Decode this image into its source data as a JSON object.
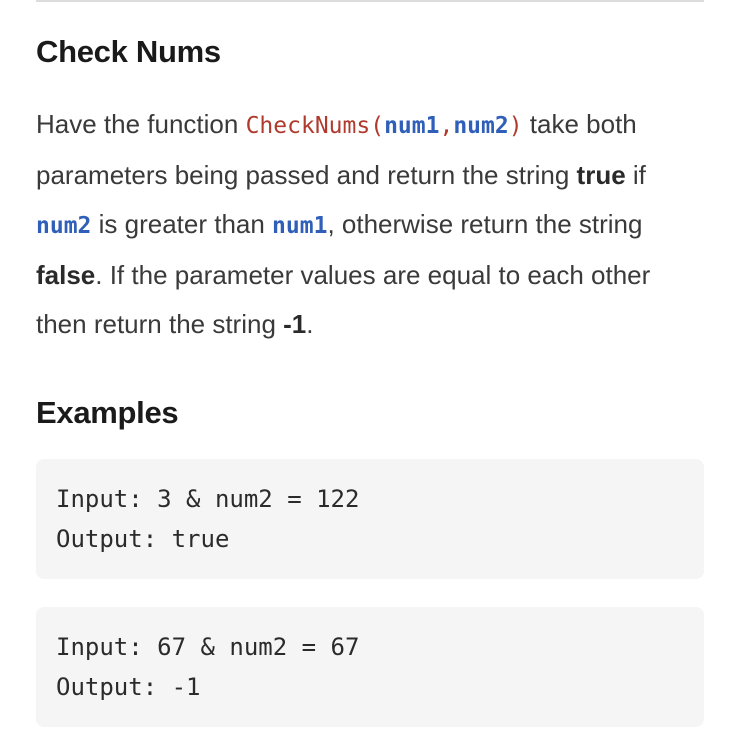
{
  "title": "Check Nums",
  "description": {
    "intro": "Have the function ",
    "function_name": "CheckNums",
    "paren_open": "(",
    "param1": "num1",
    "comma": ",",
    "param2": "num2",
    "paren_close": ")",
    "after_sig": " take both parameters being passed and return the string ",
    "true_word": "true",
    "if_text": " if ",
    "inline_num2": "num2",
    "greater_text": " is greater than ",
    "inline_num1": "num1",
    "otherwise_text": ", otherwise return the string ",
    "false_word": "false",
    "equal_text": ". If the parameter values are equal to each other then return the string ",
    "neg_one": "-1",
    "end_period": "."
  },
  "examples_heading": "Examples",
  "examples": [
    {
      "input": "Input: 3 & num2 = 122",
      "output": "Output: true"
    },
    {
      "input": "Input: 67 & num2 = 67",
      "output": "Output: -1"
    }
  ]
}
